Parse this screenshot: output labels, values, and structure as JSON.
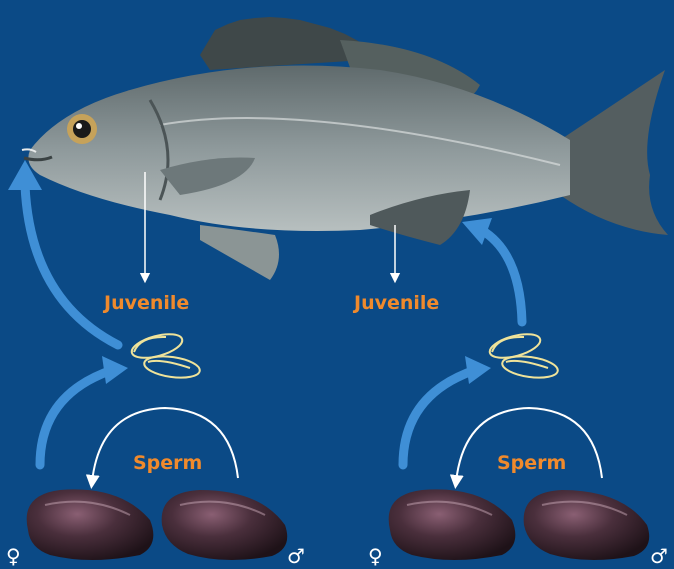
{
  "labels": {
    "juvenile_left": "Juvenile",
    "juvenile_right": "Juvenile",
    "sperm_left": "Sperm",
    "sperm_right": "Sperm"
  },
  "symbols": {
    "female_left": "♀",
    "male_left": "♂",
    "female_right": "♀",
    "male_right": "♂"
  },
  "colors": {
    "background": "#0b4a86",
    "label": "#f08a2c",
    "arrow_blue": "#3f8fd6",
    "glochidia": "#efe39a",
    "mussel": "#3b2630",
    "fish": "#7c878a"
  },
  "icons": [
    "fish-illustration",
    "glochidia-icon",
    "mussel-icon",
    "curved-arrow-icon",
    "female-symbol",
    "male-symbol"
  ]
}
